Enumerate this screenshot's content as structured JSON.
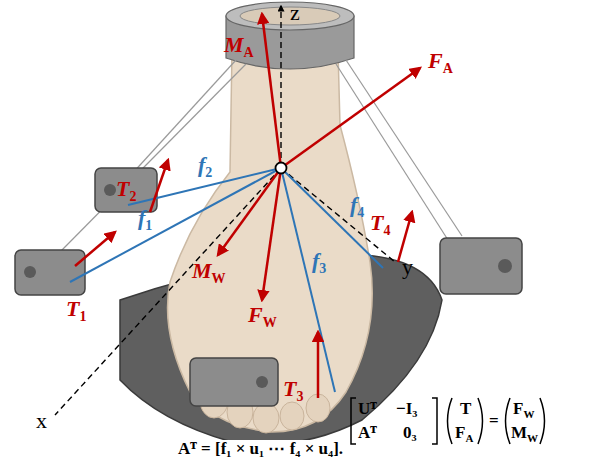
{
  "diagram": {
    "labels": [
      "z",
      "MA",
      "FA",
      "T2",
      "f2",
      "f1",
      "f4",
      "T4",
      "y",
      "T1",
      "MW",
      "FW",
      "f3",
      "T3",
      "x",
      "Uᵀ",
      "−I₃",
      "T",
      "Aᵀ",
      "0₃",
      "FA",
      "=",
      "FW",
      "MW",
      "Aᵀ = [f₁ × u₁ ⋯ f₄ × u₄]."
    ]
  }
}
